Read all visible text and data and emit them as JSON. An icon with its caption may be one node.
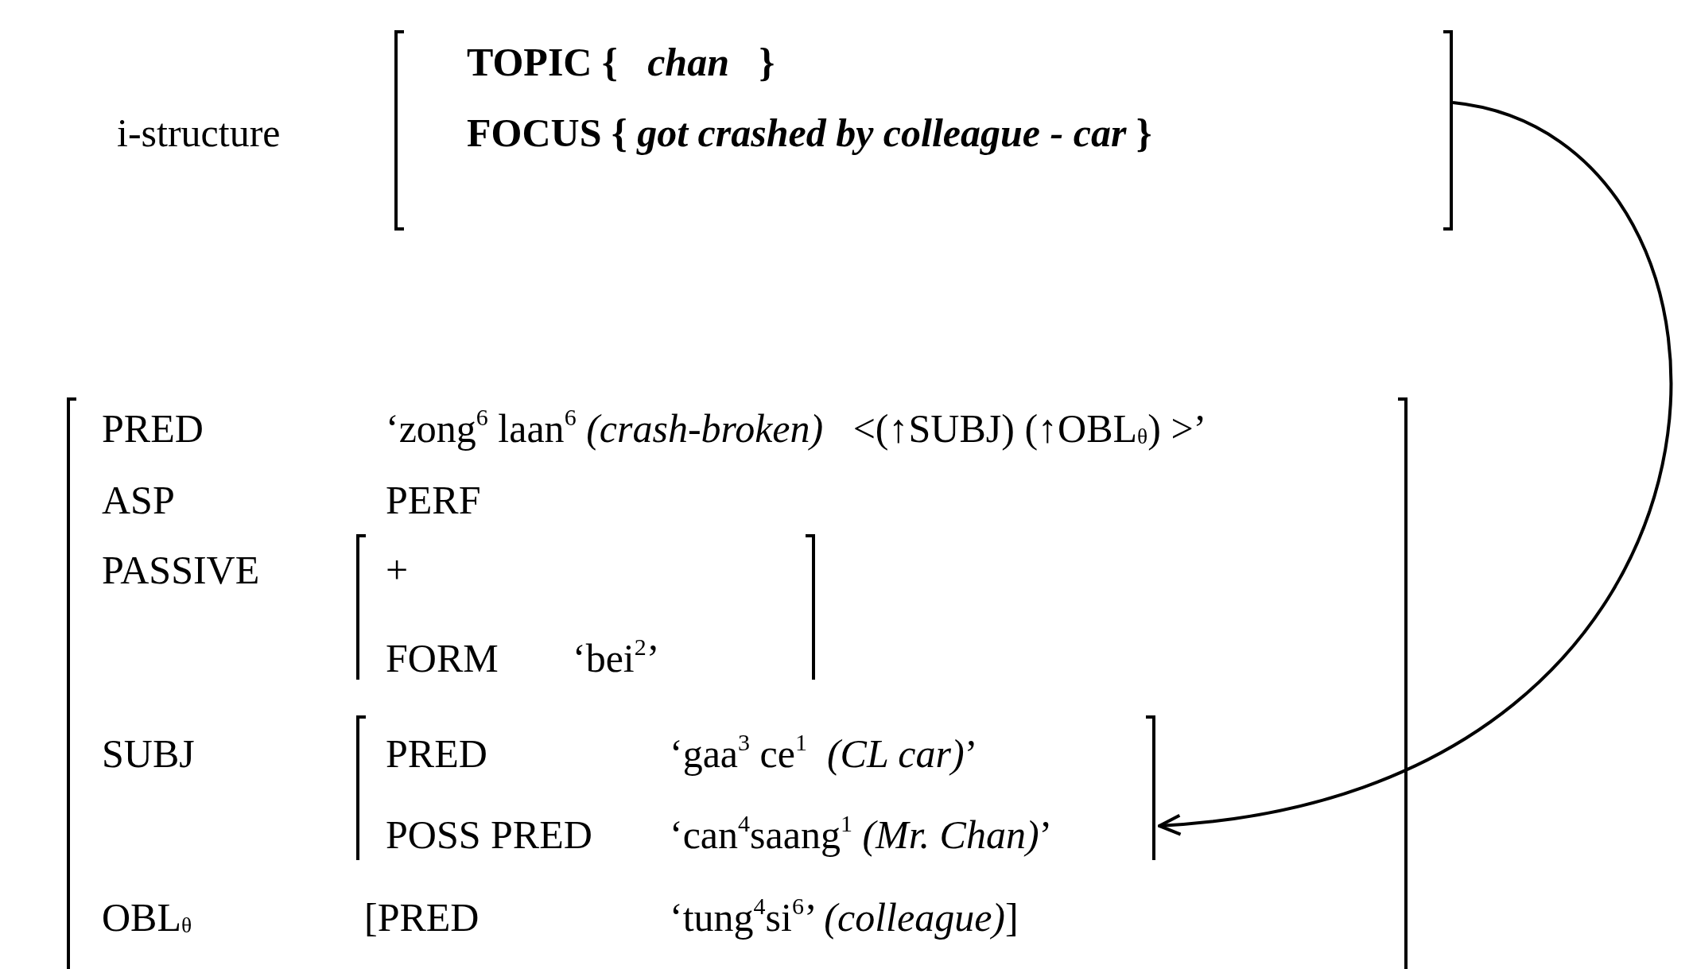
{
  "diagram": {
    "nodes": [
      {
        "text": [
          "TOPIC {   *chan*   }",
          "FOCUS { *got crashed by colleague - car* }"
        ],
        "beside": [
          "i-structure"
        ]
      },
      {
        "text": [
          "PRED",
          "‘zong$^{6}$ laan$^{6}$ *(crash-broken)*   <(↑SUBJ) (↑OBL$_{θ}$) >’",
          "ASP",
          "PERF",
          "PASSIVE",
          "SUBJ",
          "OBL$_{θ}$",
          "[PRED",
          "‘tung$^{4}$si$^{6}$’ *(colleague)*]"
        ]
      },
      {
        "text": [
          "+",
          "FORM",
          "‘bei$^{2}$’"
        ],
        "in": 1
      },
      {
        "text": [
          "PRED",
          "‘gaa$^{3}$ ce$^{1}$  *(CL car)*’",
          "POSS PRED",
          "‘can$^{4}$saang$^{1}$ *(Mr. Chan)*’"
        ],
        "in": 1
      }
    ],
    "edges": [
      {
        "from": 0,
        "to": 3,
        "arrow": "to"
      }
    ]
  }
}
